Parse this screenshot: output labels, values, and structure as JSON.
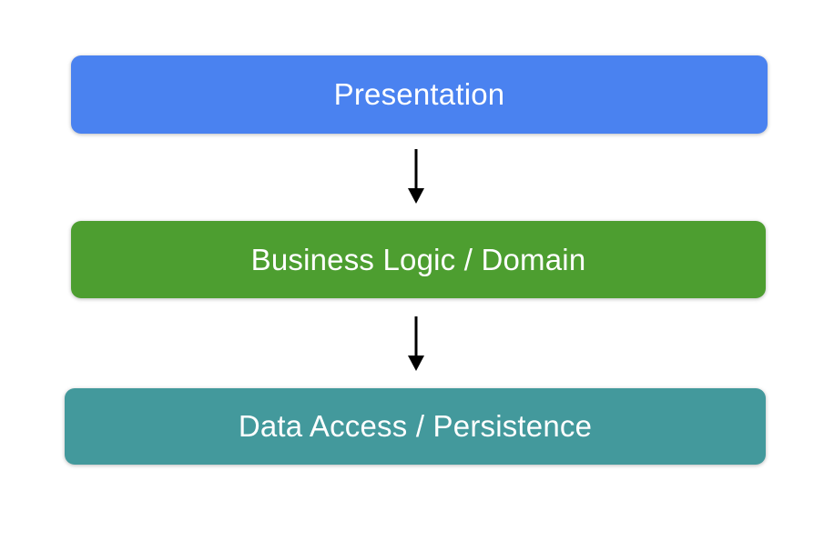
{
  "diagram": {
    "background": "#FFFFFF",
    "text_color": "#FFFFFF",
    "arrow_color": "#000000",
    "layers": [
      {
        "label": "Presentation",
        "color": "#4A82F0"
      },
      {
        "label": "Business Logic / Domain",
        "color": "#4D9E30"
      },
      {
        "label": "Data Access / Persistence",
        "color": "#43999C"
      }
    ],
    "arrows": [
      {
        "from": "Presentation",
        "to": "Business Logic / Domain",
        "direction": "down"
      },
      {
        "from": "Business Logic / Domain",
        "to": "Data Access / Persistence",
        "direction": "down"
      }
    ]
  }
}
